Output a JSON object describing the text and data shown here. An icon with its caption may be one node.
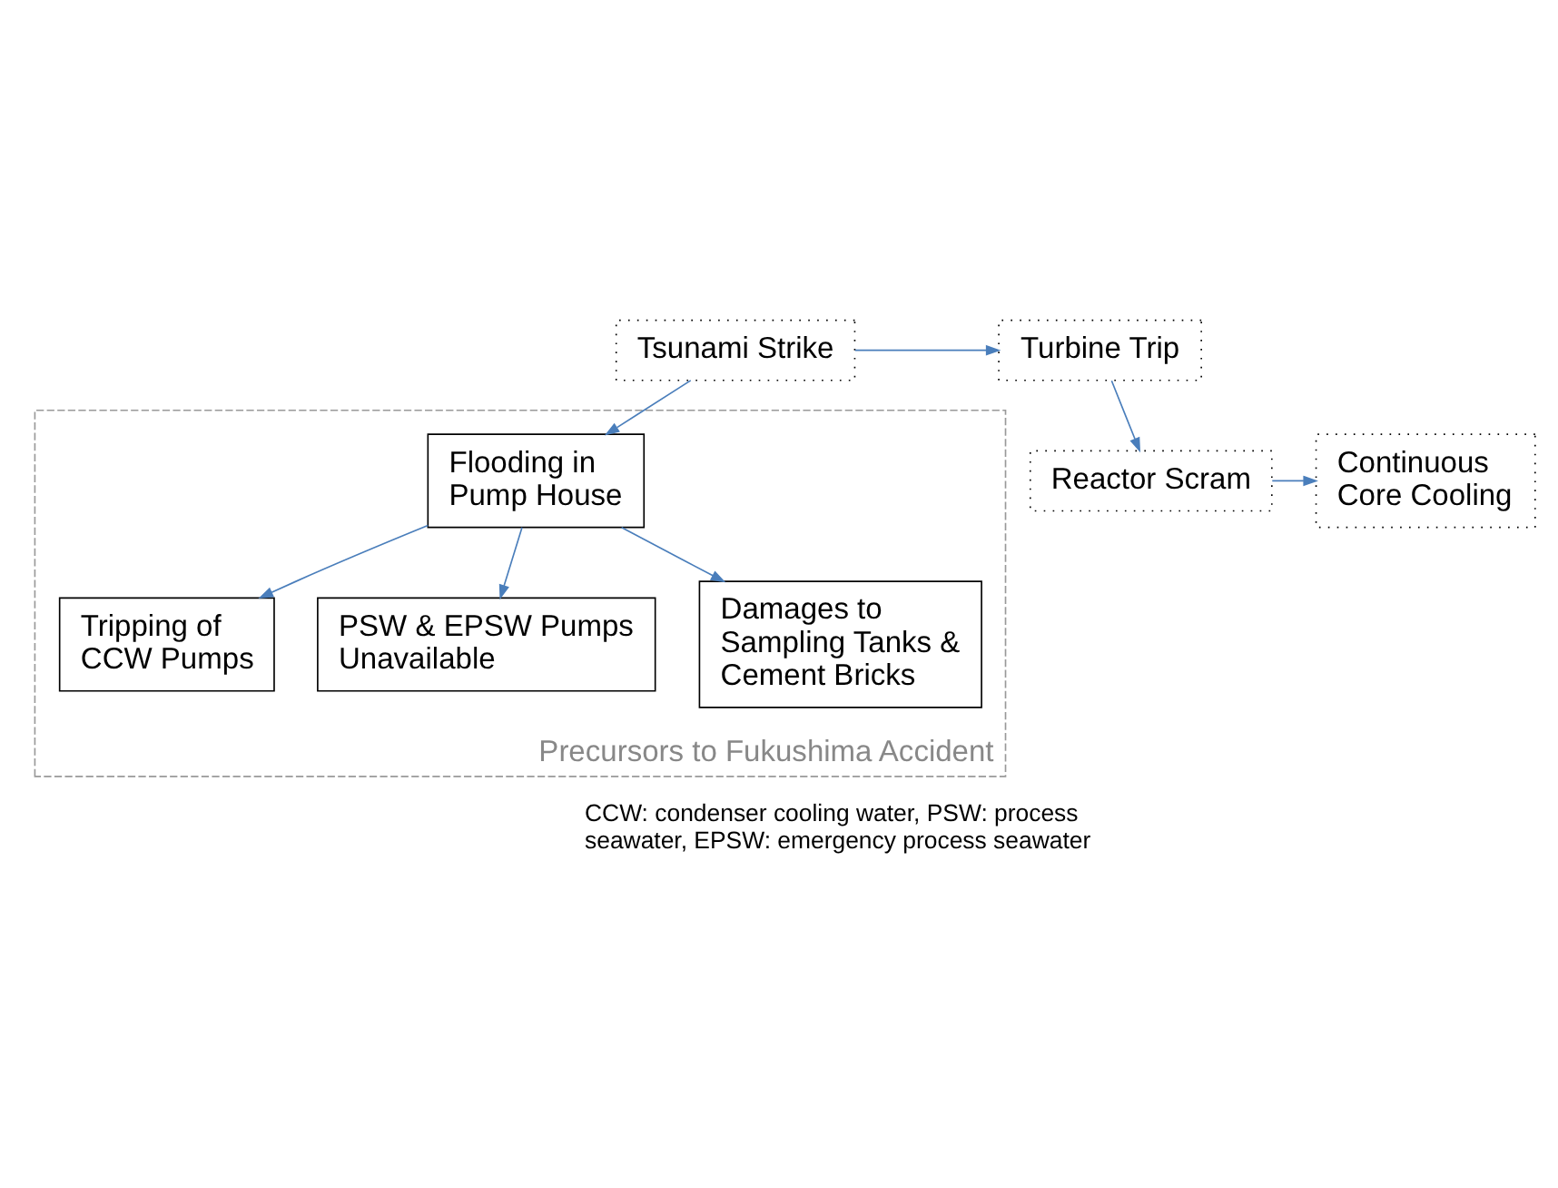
{
  "diagram": {
    "nodes": [
      {
        "text": [
          "Tsunami Strike"
        ]
      },
      {
        "text": [
          "Turbine Trip"
        ]
      },
      {
        "text": [
          "Reactor Scram"
        ]
      },
      {
        "text": [
          "Continuous Core Cooling"
        ]
      },
      {
        "text": [
          "Precursors to Fukushima Accident"
        ]
      },
      {
        "text": [
          "Flooding in Pump House"
        ],
        "in": 4
      },
      {
        "text": [
          "Tripping of CCW Pumps"
        ],
        "in": 4
      },
      {
        "text": [
          "PSW & EPSW Pumps Unavailable"
        ],
        "in": 4
      },
      {
        "text": [
          "Damages to Sampling Tanks & Cement Bricks"
        ],
        "in": 4
      }
    ],
    "edges": [
      {
        "from": 0,
        "to": 1,
        "arrow": "to"
      },
      {
        "from": 1,
        "to": 2,
        "arrow": "to"
      },
      {
        "from": 2,
        "to": 3,
        "arrow": "to"
      },
      {
        "from": 0,
        "to": 5,
        "arrow": "to"
      },
      {
        "from": 5,
        "to": 6,
        "arrow": "to"
      },
      {
        "from": 5,
        "to": 7,
        "arrow": "to"
      },
      {
        "from": 5,
        "to": 8,
        "arrow": "to"
      }
    ],
    "labels": [
      "CCW: condenser cooling water, PSW: process seawater, EPSW: emergency process seawater"
    ]
  }
}
